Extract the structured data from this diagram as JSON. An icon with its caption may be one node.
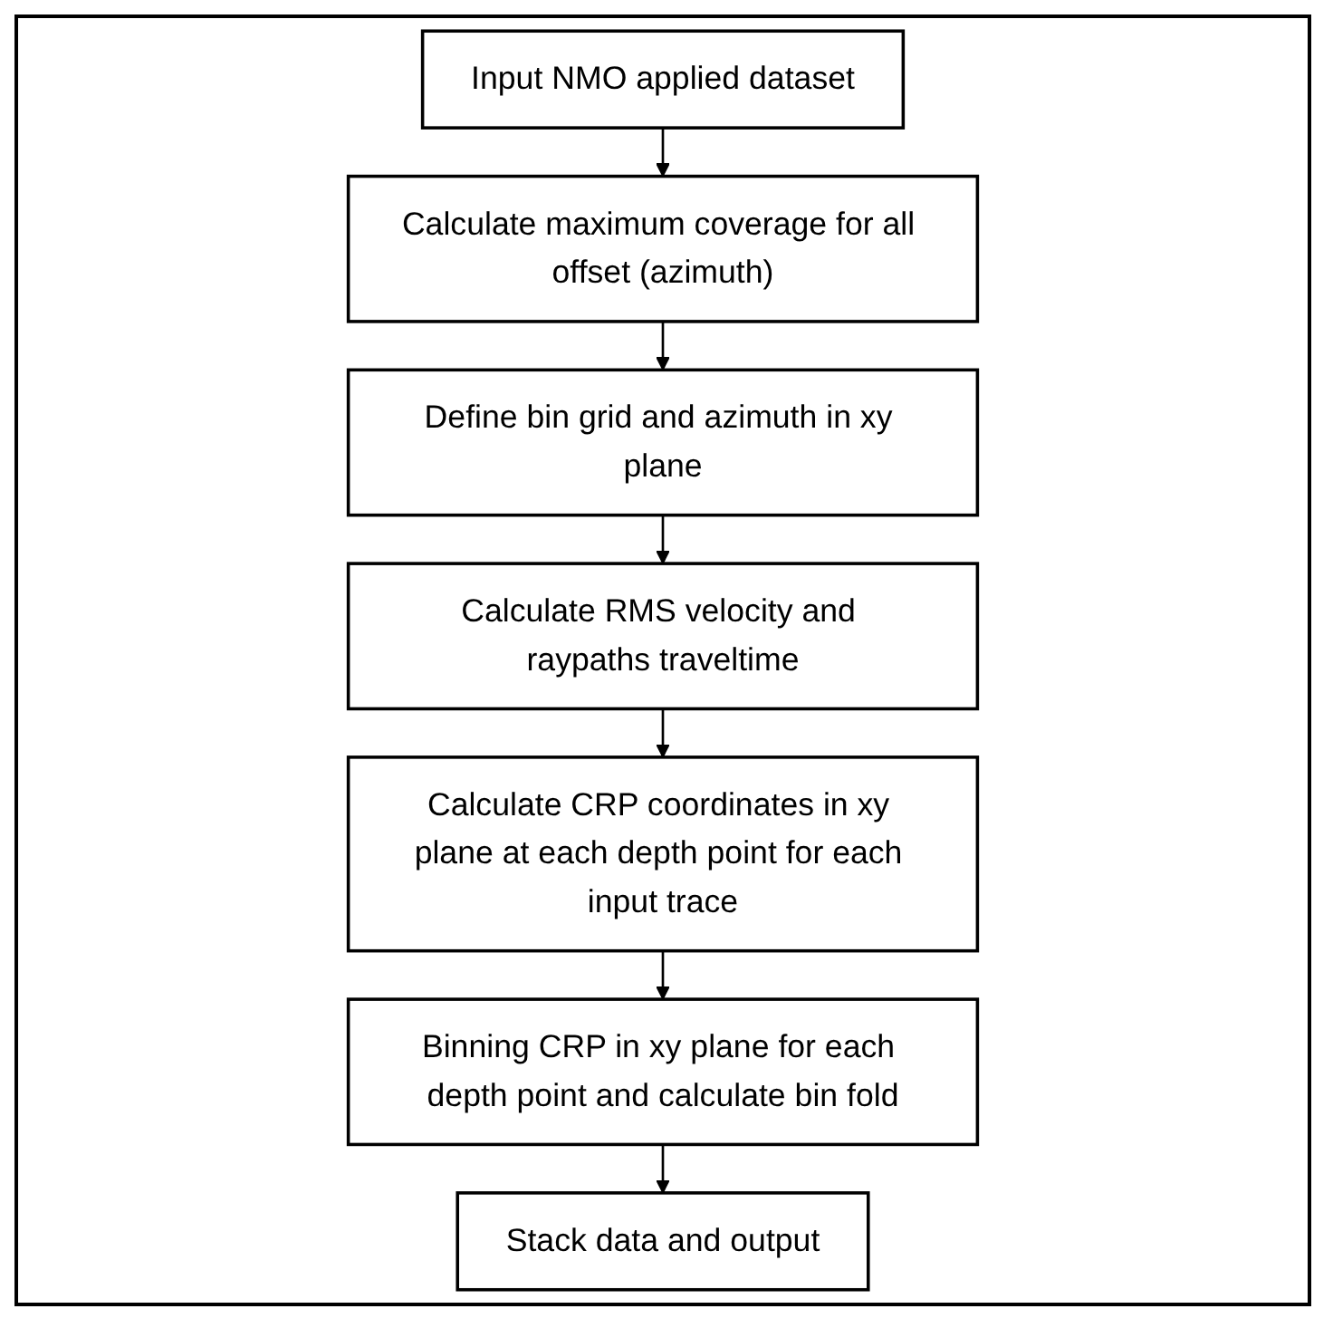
{
  "diagram": {
    "nodes": [
      {
        "text": [
          "Input NMO applied dataset"
        ]
      },
      {
        "text": [
          "Calculate maximum coverage for all offset (azimuth)"
        ]
      },
      {
        "text": [
          "Define bin grid and azimuth in xy plane"
        ]
      },
      {
        "text": [
          "Calculate RMS velocity and raypaths traveltime"
        ]
      },
      {
        "text": [
          "Calculate CRP coordinates in xy plane at each depth point for each input trace"
        ]
      },
      {
        "text": [
          "Binning CRP in xy plane for each depth point and calculate bin fold"
        ]
      },
      {
        "text": [
          "Stack data and output"
        ]
      }
    ],
    "edges": [
      {
        "from": 0,
        "to": 1,
        "arrow": "to"
      },
      {
        "from": 1,
        "to": 2,
        "arrow": "to"
      },
      {
        "from": 2,
        "to": 3,
        "arrow": "to"
      },
      {
        "from": 3,
        "to": 4,
        "arrow": "to"
      },
      {
        "from": 4,
        "to": 5,
        "arrow": "to"
      },
      {
        "from": 5,
        "to": 6,
        "arrow": "to"
      }
    ]
  }
}
